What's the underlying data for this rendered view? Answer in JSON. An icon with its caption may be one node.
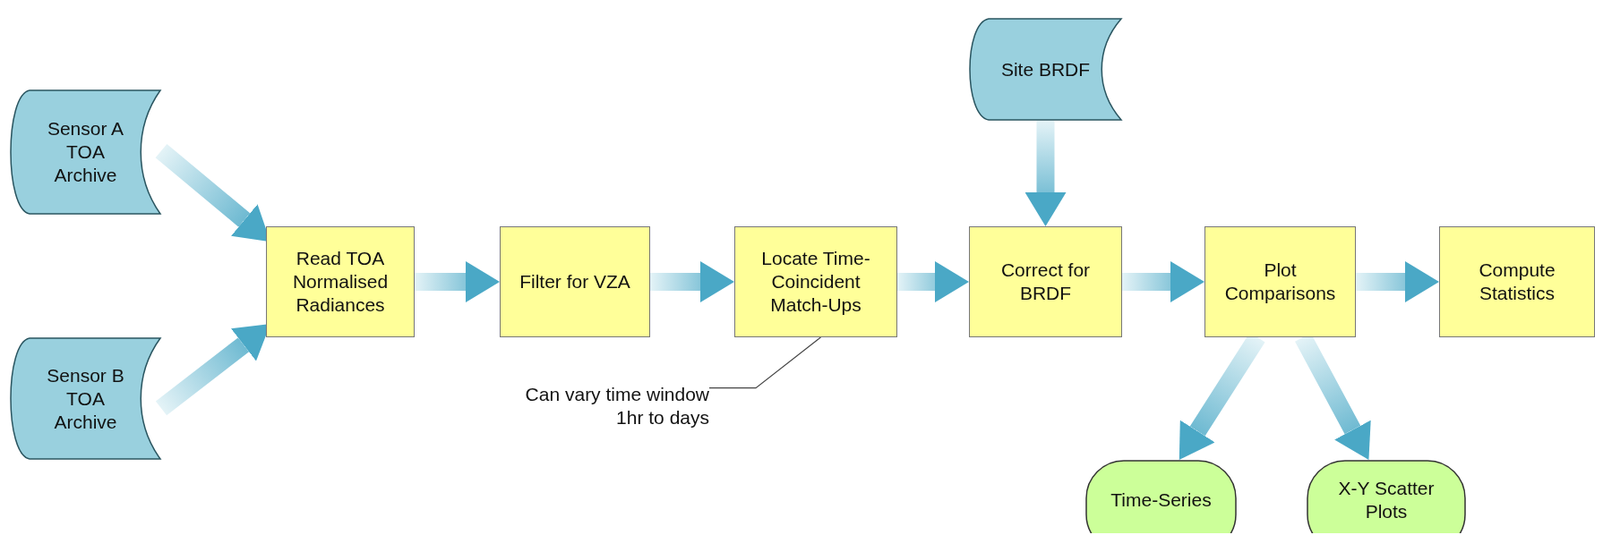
{
  "diagram": {
    "nodes": [
      {
        "text": [
          "Sensor A TOA Archive"
        ]
      },
      {
        "text": [
          "Sensor B TOA Archive"
        ]
      },
      {
        "text": [
          "Read TOA Normalised Radiances"
        ]
      },
      {
        "text": [
          "Filter for VZA"
        ]
      },
      {
        "text": [
          "Locate Time-Coincident Match-Ups"
        ]
      },
      {
        "text": [
          "Site BRDF"
        ]
      },
      {
        "text": [
          "Correct for BRDF"
        ]
      },
      {
        "text": [
          "Plot Comparisons"
        ]
      },
      {
        "text": [
          "Compute Statistics"
        ]
      },
      {
        "text": [
          "Time-Series"
        ]
      },
      {
        "text": [
          "X-Y Scatter Plots"
        ]
      },
      {
        "text": [
          "Can vary time window 1hr to days"
        ]
      }
    ],
    "edges": [
      {
        "from": 0,
        "to": 2,
        "arrow": "to"
      },
      {
        "from": 1,
        "to": 2,
        "arrow": "to"
      },
      {
        "from": 2,
        "to": 3,
        "arrow": "to"
      },
      {
        "from": 3,
        "to": 4,
        "arrow": "to"
      },
      {
        "from": 4,
        "to": 6,
        "arrow": "to"
      },
      {
        "from": 5,
        "to": 6,
        "arrow": "to"
      },
      {
        "from": 6,
        "to": 7,
        "arrow": "to"
      },
      {
        "from": 7,
        "to": 8,
        "arrow": "to"
      },
      {
        "from": 7,
        "to": 9,
        "arrow": "to"
      },
      {
        "from": 7,
        "to": 10,
        "arrow": "to"
      },
      {
        "from": 11,
        "to": 4,
        "arrow": "none"
      }
    ]
  }
}
